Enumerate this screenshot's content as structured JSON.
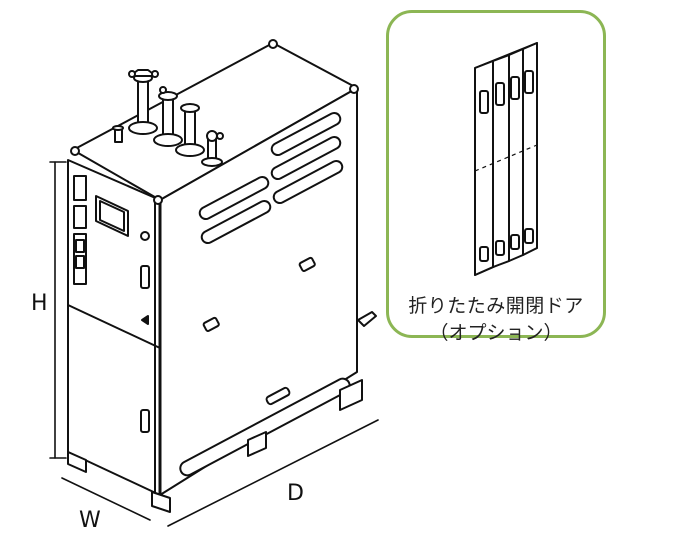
{
  "dimensions": {
    "height_label": "H",
    "depth_label": "D",
    "width_label": "W"
  },
  "option": {
    "title": "折りたたみ開閉ドア",
    "subtitle": "（オプション）",
    "border_color": "#8cb654"
  },
  "colors": {
    "line": "#111111",
    "fill": "#ffffff"
  }
}
